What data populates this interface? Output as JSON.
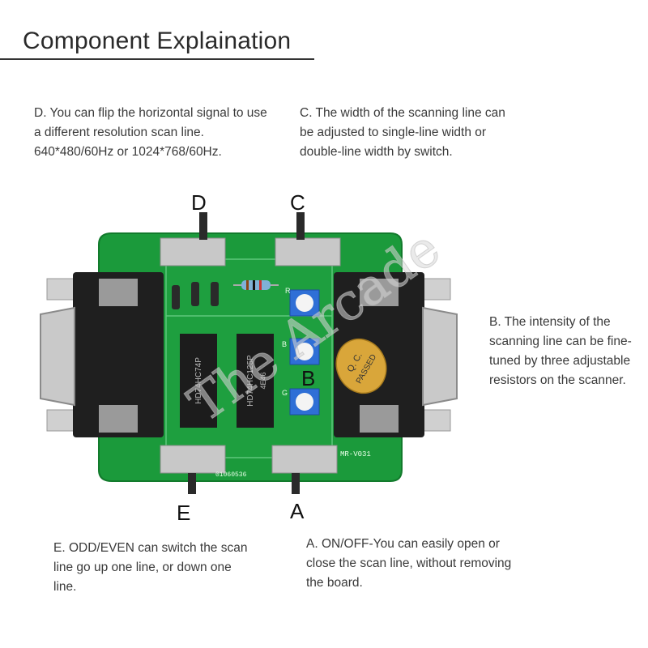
{
  "title": "Component Explaination",
  "labels": {
    "d": "D",
    "c": "C",
    "b": "B",
    "e": "E",
    "a": "A"
  },
  "descriptions": {
    "d": "D. You can flip the horizontal signal to use a different resolution scan line. 640*480/60Hz or 1024*768/60Hz.",
    "c": "C. The width of the scanning line can be adjusted to single-line width or double-line width by switch.",
    "b": "B. The intensity of the scanning line can be fine-tuned by three adjustable resistors on the scanner.",
    "e": "E. ODD/EVEN can switch the scan line go up one line, or down one line.",
    "a": "A. ON/OFF-You can easily open or close the scan line, without removing the board."
  },
  "board_text": {
    "model": "MR-V031",
    "serial": "01060536",
    "qc_line1": "Q. C.",
    "qc_line2": "PASSED",
    "chip1": "HD74HC74P",
    "chip2": "HD74HC125P",
    "chip2_code": "4E46",
    "pot_r": "R",
    "pot_b": "B",
    "pot_g": "G",
    "watermark": "The Arcade"
  },
  "colors": {
    "pcb": "#1b9a3b",
    "pcb_dark": "#127a2c",
    "connector": "#1f1f1f",
    "switch": "#c8c8c8",
    "trimmer": "#2f6fd6"
  }
}
